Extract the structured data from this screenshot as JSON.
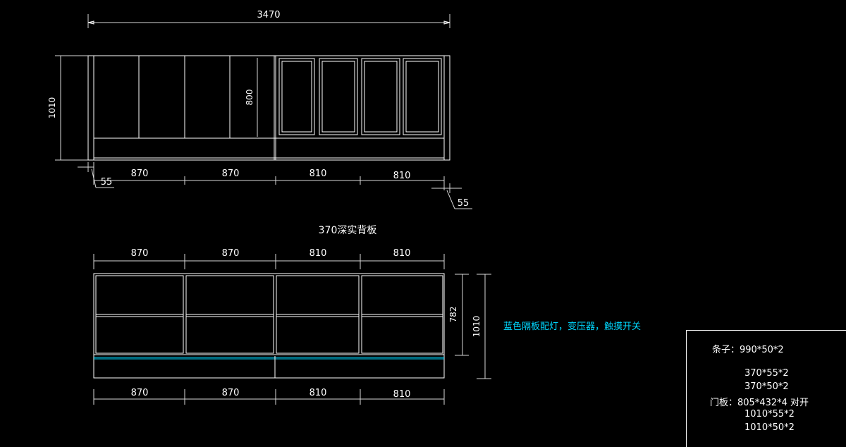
{
  "top_view": {
    "overall_width": "3470",
    "overall_height": "1010",
    "inner_height": "800",
    "widths": [
      "870",
      "870",
      "810",
      "810"
    ],
    "edge_offsets": [
      "55",
      "55"
    ]
  },
  "section_title": "370深实背板",
  "bottom_view": {
    "top_widths": [
      "870",
      "870",
      "810",
      "810"
    ],
    "bottom_widths": [
      "870",
      "870",
      "810",
      "810"
    ],
    "inner_height": "782",
    "overall_height": "1010"
  },
  "note": "蓝色隔板配灯，变压器，触摸开关",
  "colors": {
    "line": "#ffffff",
    "shelf_light": "#00d8ff",
    "background": "#000000"
  },
  "parts_list": {
    "strips_label": "条子：990*50*2",
    "strips_2": "370*55*2",
    "strips_3": "370*50*2",
    "door_label": "门板：805*432*4 对开",
    "door_2": "1010*55*2",
    "door_3": "1010*50*2"
  }
}
